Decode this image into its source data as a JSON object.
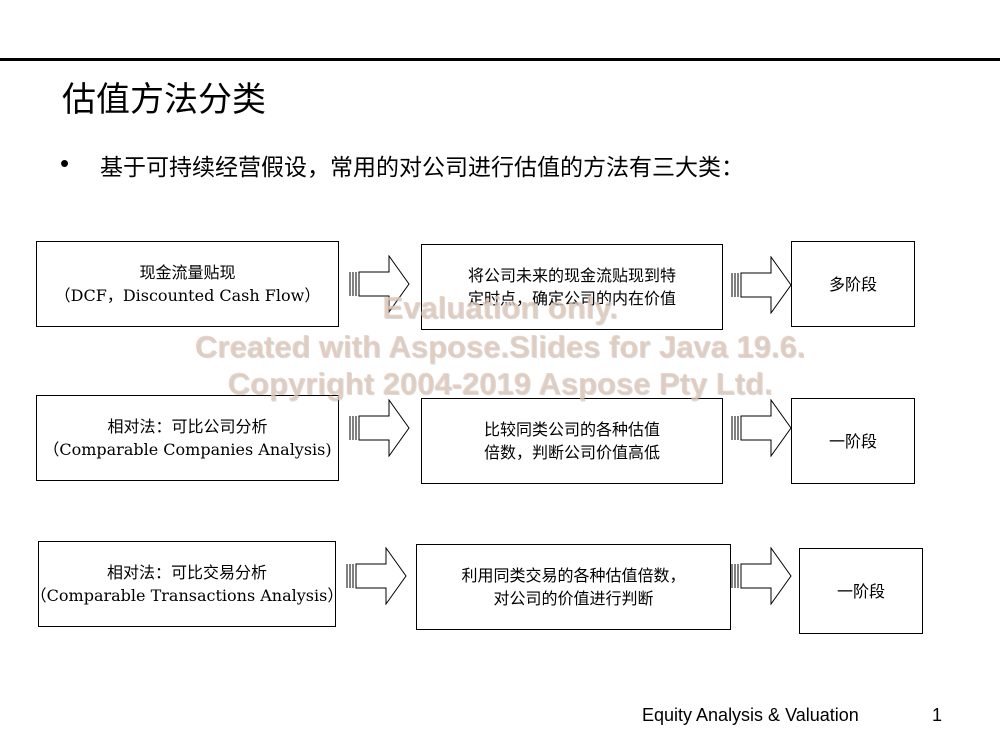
{
  "slide": {
    "title": "估值方法分类",
    "bullet": "基于可持续经营假设，常用的对公司进行估值的方法有三大类：",
    "bullet_marker": "•"
  },
  "rows": [
    {
      "method": [
        "现金流量贴现",
        "（DCF，Discounted Cash Flow）"
      ],
      "description": [
        "将公司未来的现金流贴现到特",
        "定时点，确定公司的内在价值"
      ],
      "stage": "多阶段"
    },
    {
      "method": [
        "相对法：可比公司分析",
        "（Comparable Companies Analysis)"
      ],
      "description": [
        "比较同类公司的各种估值",
        "倍数，判断公司价值高低"
      ],
      "stage": "一阶段"
    },
    {
      "method": [
        "相对法：可比交易分析",
        "（Comparable Transactions Analysis）"
      ],
      "description": [
        "利用同类交易的各种估值倍数，",
        "对公司的价值进行判断"
      ],
      "stage": "一阶段"
    }
  ],
  "watermark": {
    "line1": "Evaluation only.",
    "line2": "Created with Aspose.Slides for Java 19.6.",
    "line3": "Copyright 2004-2019 Aspose Pty Ltd."
  },
  "footer": {
    "text": "Equity Analysis & Valuation",
    "page": "1"
  }
}
